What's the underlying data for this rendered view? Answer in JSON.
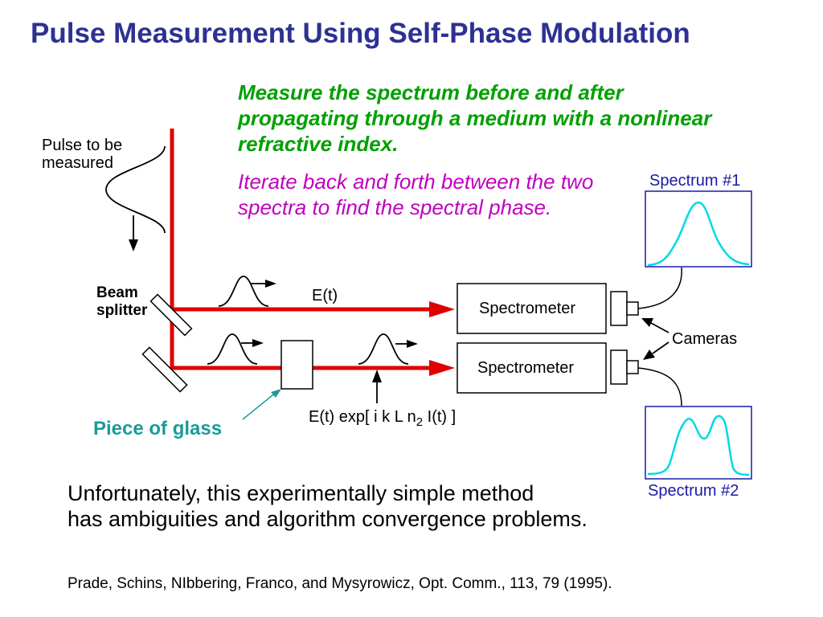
{
  "title": "Pulse Measurement Using Self-Phase Modulation",
  "green_text": "Measure the spectrum before and after propagating through a medium with a nonlinear refractive index.",
  "magenta_text": "Iterate back and forth between the two spectra to find the spectral phase.",
  "labels": {
    "pulse_line1": "Pulse to be",
    "pulse_line2": "measured",
    "beam_line1": "Beam",
    "beam_line2": "splitter",
    "et": "E(t)",
    "spectrometer_top": "Spectrometer",
    "spectrometer_bottom": "Spectrometer",
    "cameras": "Cameras",
    "formula_prefix": "E(t) exp[ i k L n",
    "formula_sub": "2",
    "formula_suffix": " I(t) ]",
    "glass": "Piece of glass"
  },
  "spectrum1": {
    "label": "Spectrum #1"
  },
  "spectrum2": {
    "label": "Spectrum #2"
  },
  "bottom_text": {
    "line1": "Unfortunately, this experimentally simple method",
    "line2": "has ambiguities and algorithm convergence problems."
  },
  "citation": "Prade, Schins, NIbbering, Franco, and Mysyrowicz, Opt. Comm., 113, 79 (1995).",
  "colors": {
    "title": "#2e3192",
    "beam": "#e00000",
    "green_text": "#00a000",
    "magenta_text": "#c000c0",
    "spectrum_curve": "#00d8e8",
    "spectrum_label": "#1a1aa8",
    "glass_label": "#1a9a9a"
  }
}
